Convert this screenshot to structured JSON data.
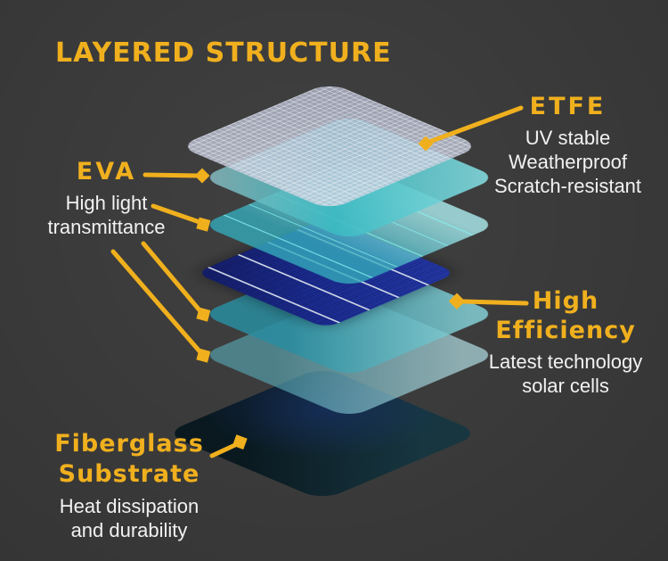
{
  "title": "LAYERED STRUCTURE",
  "palette": {
    "background": "#3b3b3b",
    "accent_yellow": "#f0b01e",
    "text_white": "#f2f2f2",
    "etfe_film": "#c3c9da",
    "eva_teal": "#3fb6be",
    "solar_cell_navy": "#1b2c92",
    "substrate_dark": "#0e222b"
  },
  "labels": {
    "etfe": {
      "title": "ETFE",
      "lines": [
        "UV stable",
        "Weatherproof",
        "Scratch-resistant"
      ]
    },
    "eva": {
      "title": "EVA",
      "lines": [
        "High light",
        "transmittance"
      ]
    },
    "high_efficiency": {
      "title": [
        "High",
        "Efficiency"
      ],
      "lines": [
        "Latest technology",
        "solar cells"
      ]
    },
    "fiberglass": {
      "title": [
        "Fiberglass",
        "Substrate"
      ],
      "lines": [
        "Heat dissipation",
        "and durability"
      ]
    }
  },
  "layers": [
    {
      "name": "ETFE film"
    },
    {
      "name": "EVA encapsulant upper 1"
    },
    {
      "name": "EVA encapsulant upper 2"
    },
    {
      "name": "Solar cell"
    },
    {
      "name": "EVA encapsulant lower 1"
    },
    {
      "name": "EVA encapsulant lower 2"
    },
    {
      "name": "Fiberglass substrate"
    }
  ]
}
